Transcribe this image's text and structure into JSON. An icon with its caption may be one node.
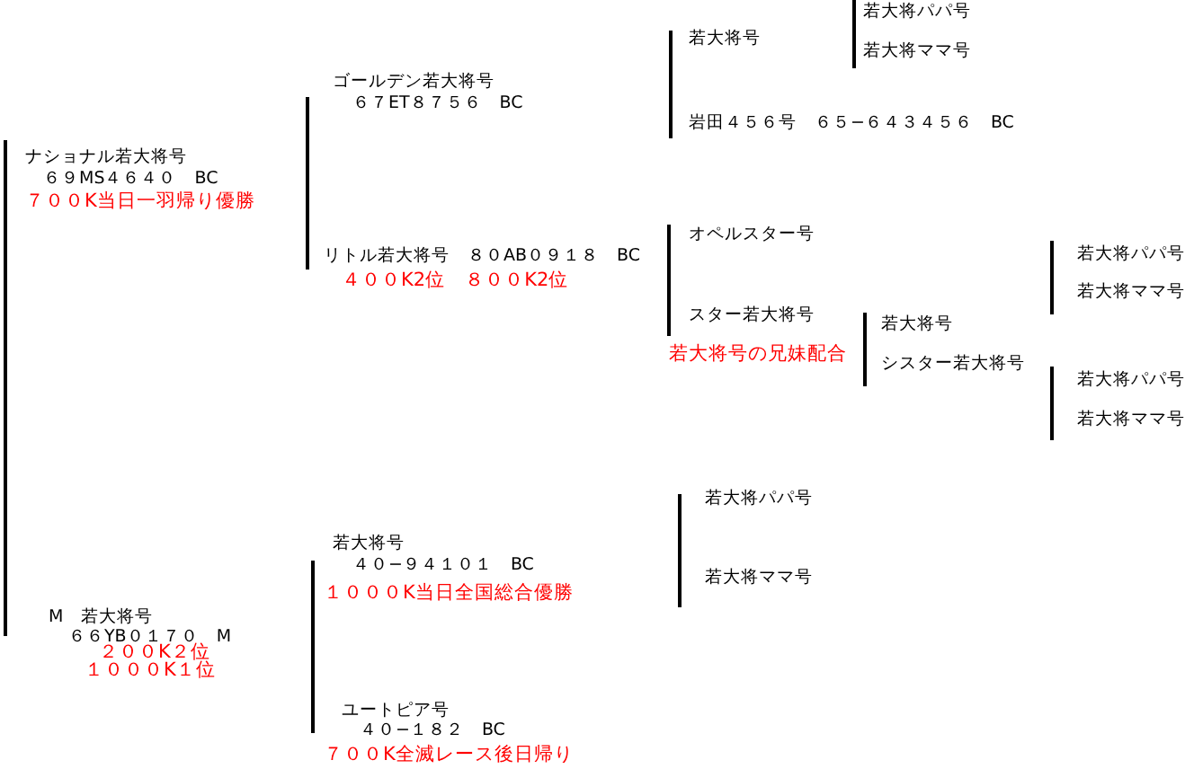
{
  "diagram": {
    "labels": [
      "若大将パパ号",
      "若大将号",
      "若大将ママ号",
      "ゴールデン若大将号",
      "６７ET８７５６　BC",
      "岩田４５６号　６５−６４３４５６　BC",
      "ナショナル若大将号",
      "６９MS４６４０　BC",
      "７００K当日一羽帰り優勝",
      "オペルスター号",
      "若大将パパ号",
      "リトル若大将号　８０AB０９１８　BC",
      "４００K2位　８００K2位",
      "若大将ママ号",
      "スター若大将号",
      "若大将号",
      "若大将号の兄妹配合",
      "シスター若大将号",
      "若大将パパ号",
      "若大将ママ号",
      "若大将パパ号",
      "若大将号",
      "４０−９４１０１　BC",
      "若大将ママ号",
      "１０００K当日全国総合優勝",
      "M　若大将号",
      "６６YB０１７０　M",
      "２００K２位",
      "１０００K１位",
      "ユートピア号",
      "４０−１８２　BC",
      "７００K全滅レース後日帰り"
    ]
  }
}
